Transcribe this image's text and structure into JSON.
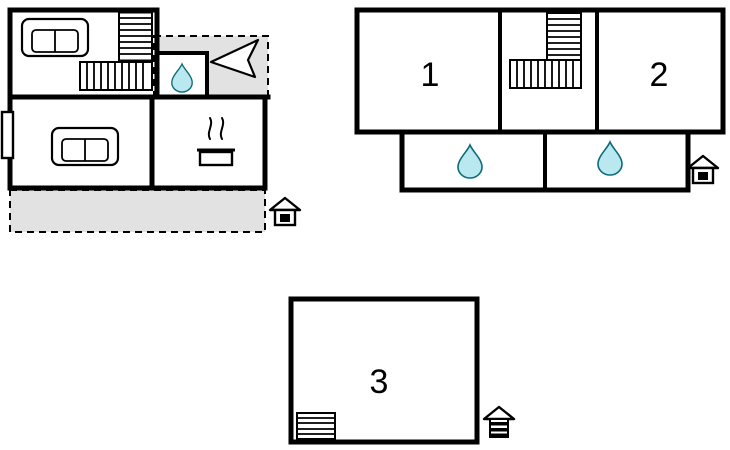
{
  "floorplan": {
    "rooms": [
      {
        "id": "room-1",
        "label": "1"
      },
      {
        "id": "room-2",
        "label": "2"
      },
      {
        "id": "room-3",
        "label": "3"
      }
    ],
    "colors": {
      "wall": "#000000",
      "water_drop_fill": "#b9e8f1",
      "water_drop_stroke": "#0e6b76",
      "shaded_fill": "#e2e2e2",
      "background": "#ffffff"
    },
    "icons": {
      "water_drop": "teardrop",
      "entrance_house": "house-with-door",
      "entrance_house_striped": "house-with-stripes",
      "north_arrow": "arrow",
      "staircase": "stair-stripes",
      "sofa": "sofa-top-view",
      "stove": "pot-with-steam",
      "window": "wall-opening"
    }
  }
}
